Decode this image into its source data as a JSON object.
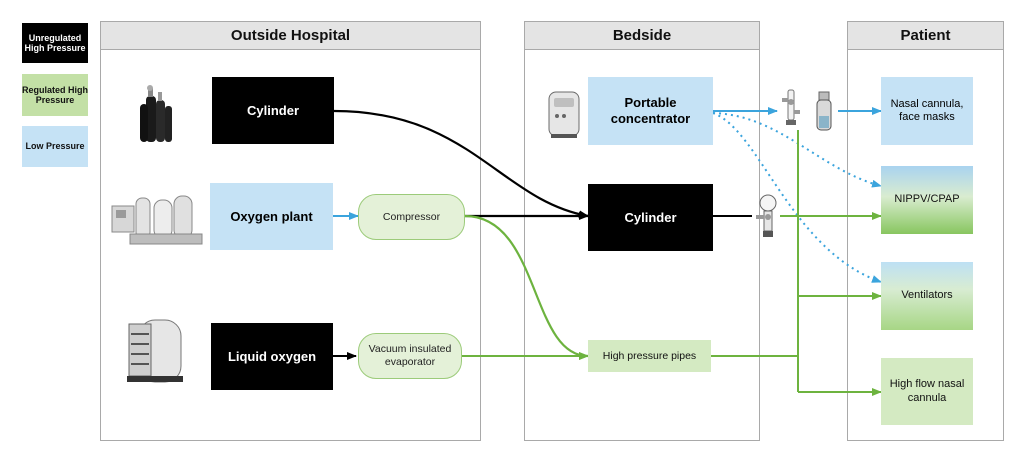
{
  "legend": {
    "unregulated": "Unregulated High Pressure",
    "regulated": "Regulated High Pressure",
    "low": "Low Pressure",
    "colors": {
      "unregulated": "#000000",
      "regulated": "#6db33f",
      "low": "#3ba4dd"
    }
  },
  "panels": {
    "outside": "Outside Hospital",
    "bedside": "Bedside",
    "patient": "Patient"
  },
  "outside_nodes": {
    "cylinder": "Cylinder",
    "oxygen_plant": "Oxygen plant",
    "compressor": "Compressor",
    "liquid_oxygen": "Liquid oxygen",
    "evaporator": "Vacuum insulated evaporator"
  },
  "bedside_nodes": {
    "portable": "Portable concentrator",
    "cylinder": "Cylinder",
    "pipes": "High pressure pipes"
  },
  "patient_nodes": {
    "nasal": "Nasal cannula, face masks",
    "nippv": "NIPPV/CPAP",
    "ventilators": "Ventilators",
    "hfnc": "High flow nasal cannula"
  },
  "icons": [
    "gas-cylinders-icon",
    "oxygen-plant-icon",
    "liquid-oxygen-tank-icon",
    "concentrator-icon",
    "flowmeter-icon",
    "humidifier-icon",
    "regulator-icon"
  ]
}
